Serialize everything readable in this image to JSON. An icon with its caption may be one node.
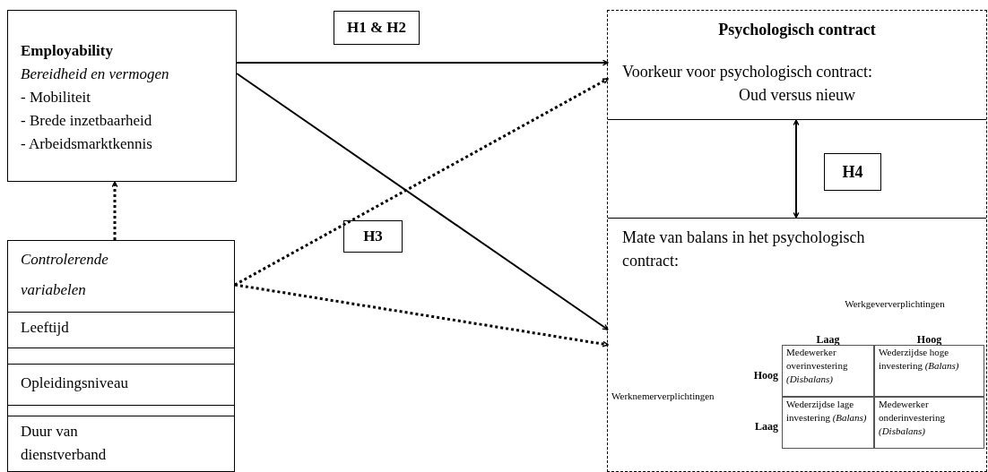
{
  "diagram": {
    "nodes": [
      {
        "text": [
          "Employability",
          "Bereidheid en vermogen",
          "- Mobiliteit",
          "- Brede inzetbaarheid",
          "- Arbeidsmarktkennis"
        ]
      },
      {
        "text": [
          "H1 & H2"
        ]
      },
      {
        "text": [
          "Psychologisch contract"
        ]
      },
      {
        "text": [
          "Voorkeur voor psychologisch contract:",
          "Oud versus nieuw"
        ],
        "in": 2
      },
      {
        "text": [
          "H4"
        ],
        "in": 2
      },
      {
        "text": [
          "Mate van balans in het psychologisch contract:"
        ],
        "in": 2
      },
      {
        "text": [
          "H3"
        ]
      },
      {
        "text": [
          "Controlerende variabelen"
        ]
      },
      {
        "text": [
          "Leeftijd"
        ],
        "in": 7
      },
      {
        "text": [],
        "shape": "box",
        "in": 7
      },
      {
        "text": [
          "Opleidingsniveau"
        ],
        "in": 7
      },
      {
        "text": [],
        "shape": "box",
        "in": 7
      },
      {
        "text": [
          "Duur van dienstverband"
        ],
        "in": 7
      }
    ],
    "edges": [
      {
        "from": 0,
        "to": 3,
        "arrow": "to"
      },
      {
        "from": 0,
        "to": 5,
        "arrow": "to"
      },
      {
        "from": 7,
        "to": 3,
        "arrow": "to",
        "style": "dashed"
      },
      {
        "from": 7,
        "to": 5,
        "arrow": "to",
        "style": "dashed"
      },
      {
        "from": 7,
        "to": 0,
        "arrow": "to",
        "style": "dashed"
      },
      {
        "from": 3,
        "to": 5,
        "arrow": "both"
      }
    ],
    "labels": [
      "Werkgeververplichtingen",
      "Laag",
      "Hoog",
      "Werknemerverplichtingen",
      "Hoog",
      "Medewerker overinvestering *(Disbalans)*",
      "Wederzijdse hoge investering *(Balans)*",
      "Laag",
      "Wederzijdse lage investering *(Balans)*",
      "Medewerker onderinvestering *(Disbalans)*"
    ]
  }
}
